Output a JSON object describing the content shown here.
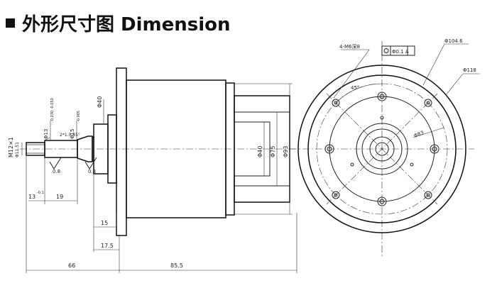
{
  "title": "外形尺寸图 Dimension",
  "side_view": {
    "shaft_thread": "M12×1",
    "shaft_thread_sub": "Φ11.51",
    "shaft_dia_13": "Φ13",
    "shaft_dia_13_tol": "-0.030 -0.050",
    "shaft_dia_15": "Φ15",
    "shaft_dia_15_tol": "-0.005",
    "chamfer": "2*1.5·45°",
    "dia_40_left": "Φ40",
    "roughness_1": "0.8",
    "roughness_2": "0.8",
    "dim_13": "13",
    "dim_13_tol": "-0.1",
    "dim_19": "19",
    "dim_15": "15",
    "dim_17_5": "17.5",
    "dim_66": "66",
    "dim_85_5": "85.5",
    "dia_40_right": "Φ40",
    "dia_75": "Φ75",
    "dia_93": "Φ93"
  },
  "front_view": {
    "holes_label": "4-M6深8",
    "tolerance_box": "Φ0.1 A",
    "dia_104_6": "Φ104.6",
    "dia_118": "Φ118",
    "angle_45": "45°",
    "dia_83": "Φ83"
  }
}
